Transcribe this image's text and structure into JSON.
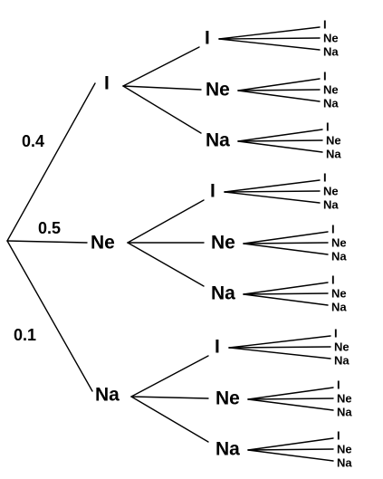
{
  "probabilities": [
    "0.4",
    "0.5",
    "0.1"
  ],
  "level1": [
    "I",
    "Ne",
    "Na"
  ],
  "level2": [
    [
      "I",
      "Ne",
      "Na"
    ],
    [
      "I",
      "Ne",
      "Na"
    ],
    [
      "I",
      "Ne",
      "Na"
    ]
  ],
  "level3_labels": [
    "I",
    "Ne",
    "Na"
  ]
}
